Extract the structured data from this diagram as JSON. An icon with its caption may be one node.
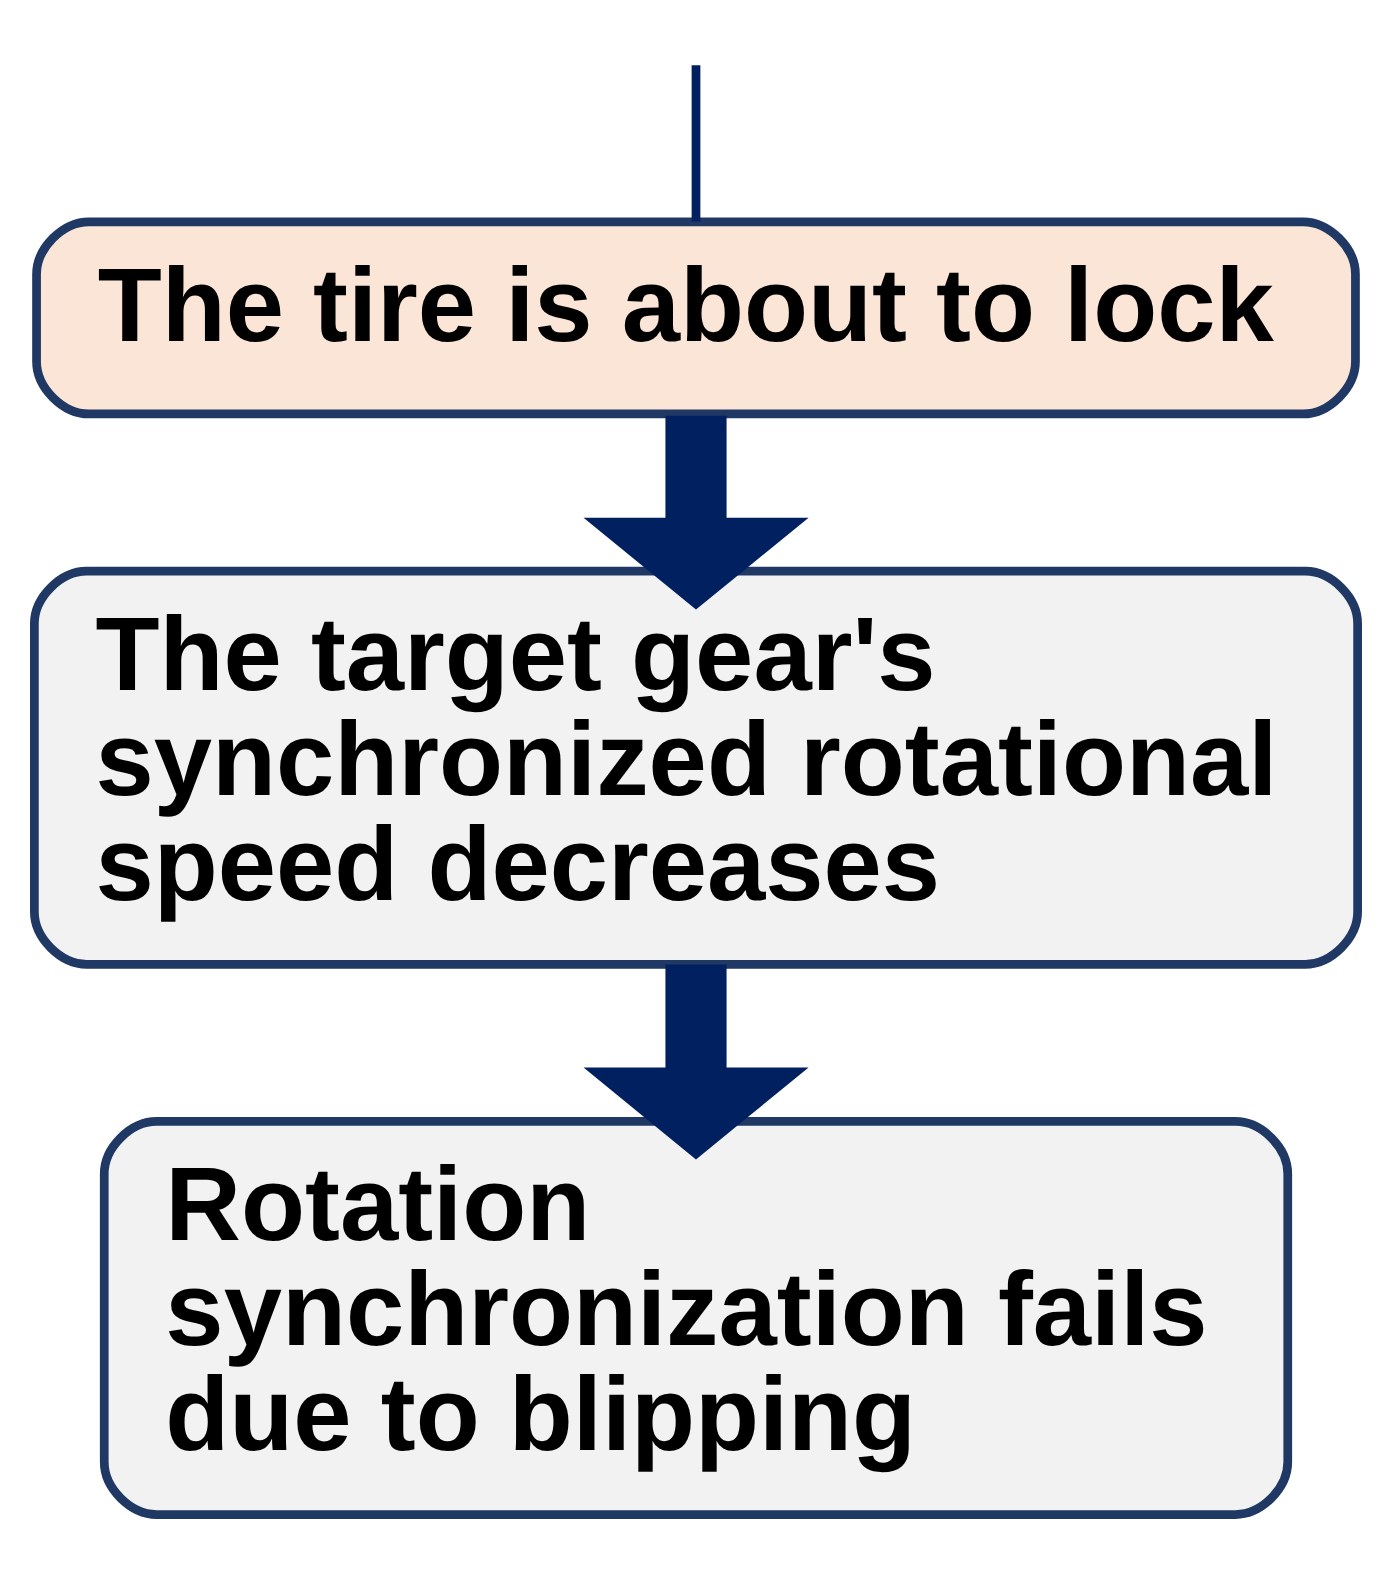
{
  "diagram": {
    "nodes": [
      {
        "text": [
          "The tire is about to lock"
        ]
      },
      {
        "text": [
          "The target gear's synchronized rotational speed decreases"
        ]
      },
      {
        "text": [
          "Rotation synchronization fails due to blipping"
        ]
      }
    ],
    "edges": [
      {
        "from": null,
        "to": 0,
        "arrow": "none"
      },
      {
        "from": 0,
        "to": 1,
        "arrow": "to"
      },
      {
        "from": 1,
        "to": 2,
        "arrow": "to"
      }
    ]
  }
}
